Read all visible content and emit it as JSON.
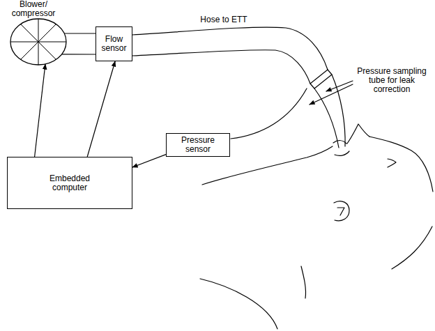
{
  "diagram": {
    "nodes": [
      {
        "text": [
          "Blower/ compressor"
        ]
      },
      {
        "text": [
          "Flow sensor"
        ]
      },
      {
        "text": [
          "Pressure sensor"
        ]
      },
      {
        "text": [
          "Embedded computer"
        ]
      }
    ],
    "edges": [
      {
        "from": 0,
        "to": 1,
        "arrow": "none"
      },
      {
        "from": 3,
        "to": 0,
        "arrow": "to"
      },
      {
        "from": 3,
        "to": 1,
        "arrow": "to"
      },
      {
        "from": 2,
        "to": 3,
        "arrow": "to"
      }
    ],
    "labels": [
      "Hose to ETT",
      "Pressure sampling tube for leak correction"
    ]
  }
}
